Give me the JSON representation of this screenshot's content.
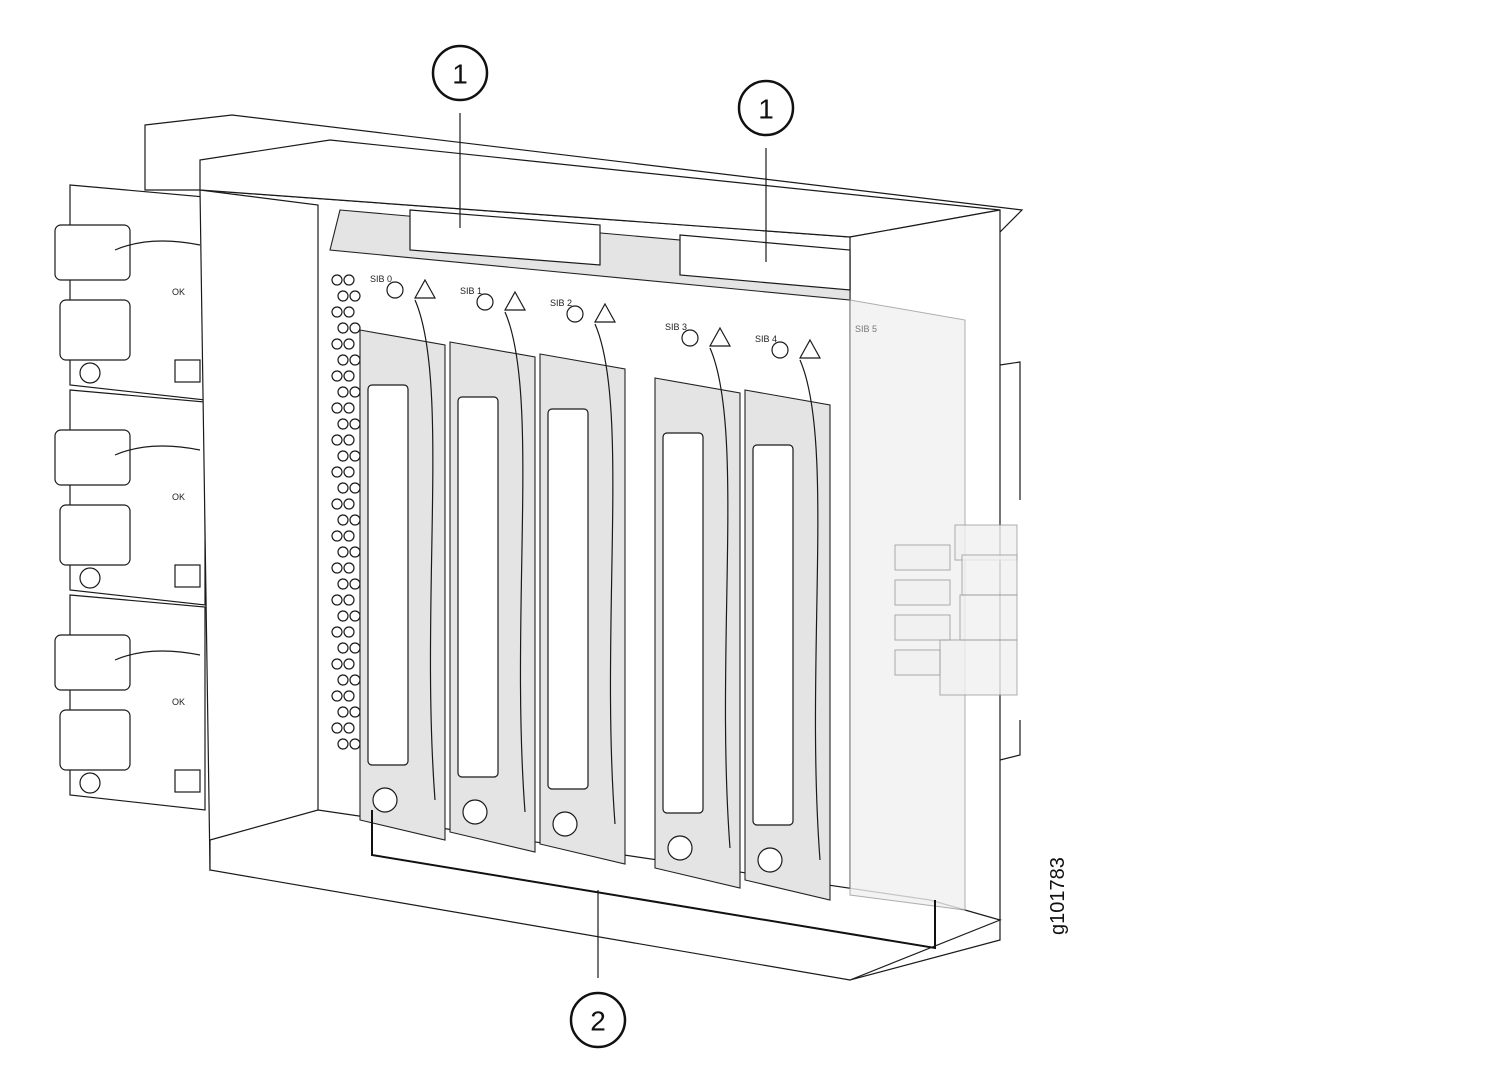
{
  "figure": {
    "id": "g101783",
    "callouts": [
      {
        "number": "1",
        "target": "upper"
      },
      {
        "number": "1",
        "target": "upper"
      },
      {
        "number": "2",
        "target": "lower"
      }
    ],
    "sib_labels": [
      "SIB 0",
      "SIB 1",
      "SIB 2",
      "SIB 3",
      "SIB 4",
      "SIB 5"
    ],
    "psu_label": "OK",
    "psu_count": 3
  }
}
